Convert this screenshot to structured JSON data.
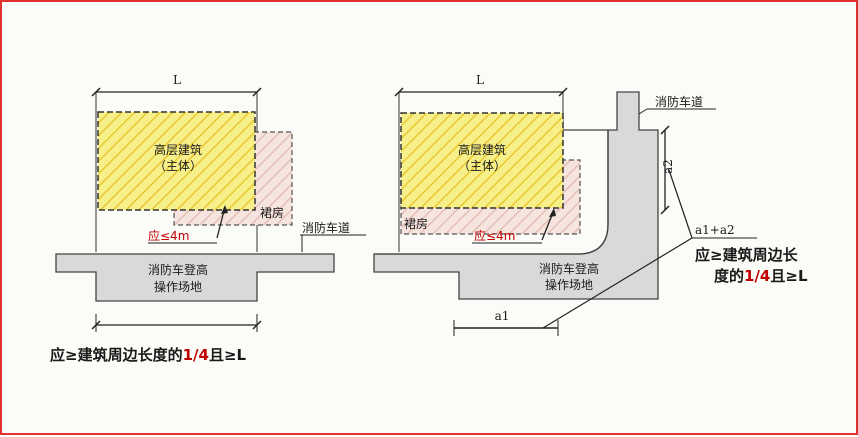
{
  "left": {
    "dim_top": "L",
    "building_line1": "高层建筑",
    "building_line2": "（主体）",
    "podium": "裙房",
    "distance": "应≤4m",
    "fire_lane": "消防车道",
    "platform_line1": "消防车登高",
    "platform_line2": "操作场地",
    "caption_pre": "应≥建筑周边长度的",
    "caption_frac": "1/4",
    "caption_post": "且≥L"
  },
  "right": {
    "dim_top": "L",
    "fire_lane": "消防车道",
    "building_line1": "高层建筑",
    "building_line2": "（主体）",
    "podium": "裙房",
    "distance": "应≤4m",
    "dim_a1": "a1",
    "dim_a2": "a2",
    "sum_label": "a1+a2",
    "note_line1": "应≥建筑周边长",
    "note_line2_pre": "度的",
    "note_frac": "1/4",
    "note_line2_post": "且≥L"
  },
  "colors": {
    "frame": "#e03030",
    "platform": "#d9d9d9",
    "building_fill": "#f7f08a",
    "building_hatch": "#e8c830",
    "podium_fill": "#f4dcd6",
    "podium_hatch": "#e0b4a8",
    "accent_text": "#c00000"
  }
}
